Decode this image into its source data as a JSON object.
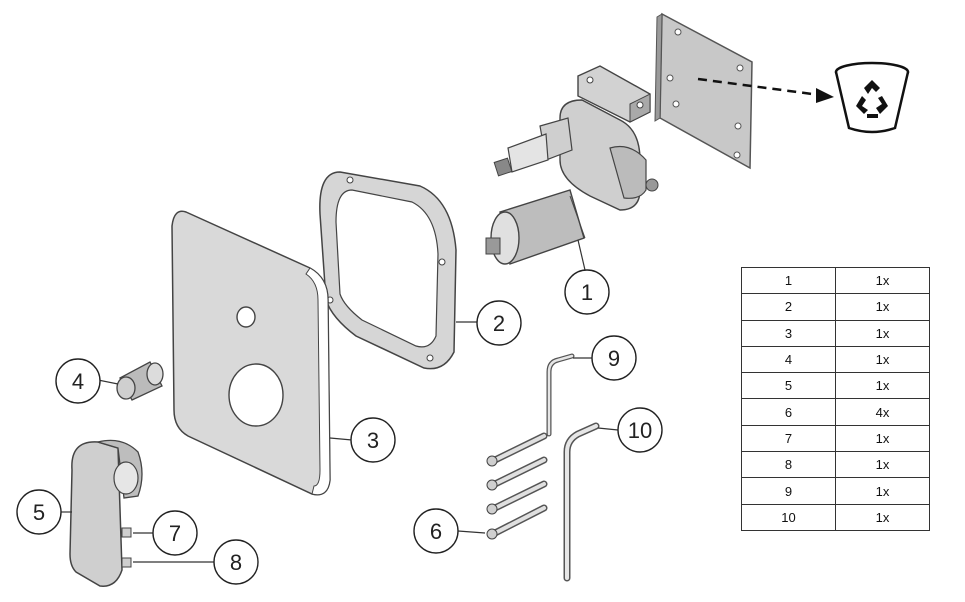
{
  "callouts": {
    "c1": "1",
    "c2": "2",
    "c3": "3",
    "c4": "4",
    "c5": "5",
    "c6": "6",
    "c7": "7",
    "c8": "8",
    "c9": "9",
    "c10": "10"
  },
  "parts_table": [
    {
      "part": "1",
      "qty": "1x"
    },
    {
      "part": "2",
      "qty": "1x"
    },
    {
      "part": "3",
      "qty": "1x"
    },
    {
      "part": "4",
      "qty": "1x"
    },
    {
      "part": "5",
      "qty": "1x"
    },
    {
      "part": "6",
      "qty": "4x"
    },
    {
      "part": "7",
      "qty": "1x"
    },
    {
      "part": "8",
      "qty": "1x"
    },
    {
      "part": "9",
      "qty": "1x"
    },
    {
      "part": "10",
      "qty": "1x"
    }
  ],
  "icons": {
    "recycle_bin": "recycle-bin-icon"
  }
}
